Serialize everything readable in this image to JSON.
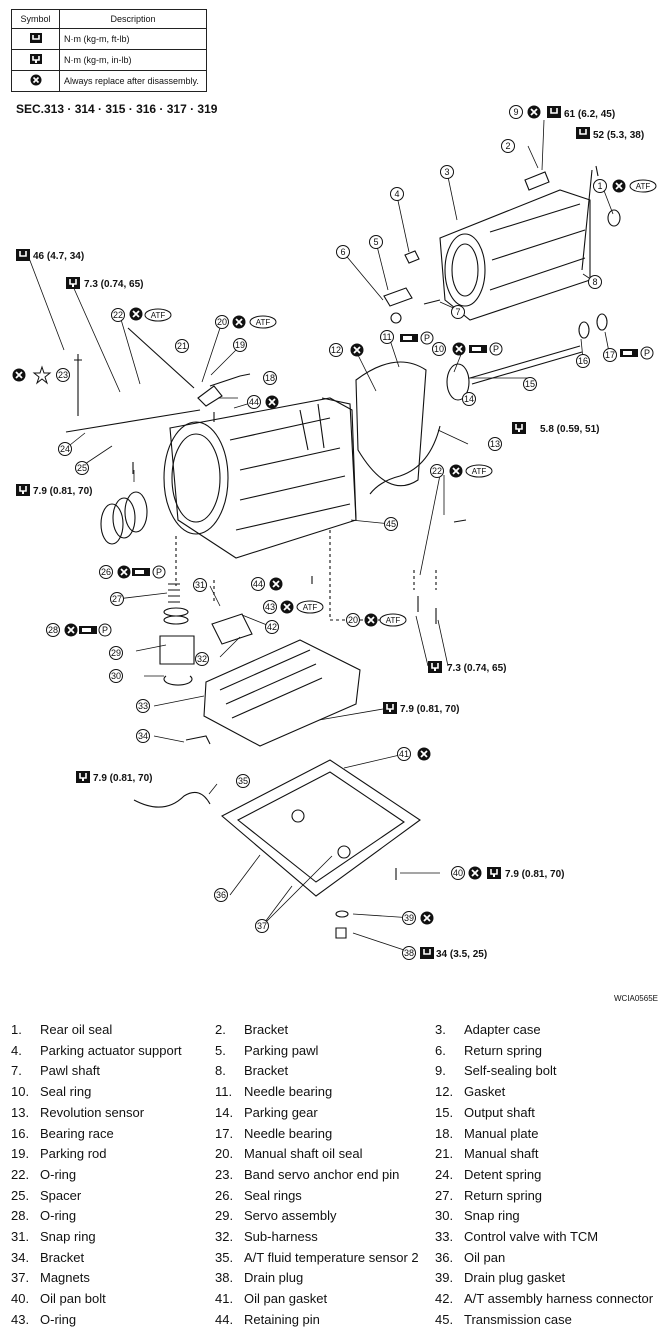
{
  "legend": {
    "header_symbol": "Symbol",
    "header_description": "Description",
    "rows": [
      {
        "icon": "torque-wrench-icon",
        "text": "N·m (kg-m, ft-lb)"
      },
      {
        "icon": "torque-wrench-small-icon",
        "text": "N·m (kg-m, in-lb)"
      },
      {
        "icon": "replace-x-icon",
        "text": "Always replace after disassembly."
      }
    ]
  },
  "section": "SEC.313 · 314 · 315 · 316 · 317 · 319",
  "figure_code": "WCIA0565E",
  "callouts": {
    "c9_61": "61 (6.2, 45)",
    "c52": "52 (5.3, 38)",
    "c46": "46 (4.7, 34)",
    "c73a": "7.3 (0.74, 65)",
    "c58": "5.8 (0.59, 51)",
    "c79a": "7.9 (0.81, 70)",
    "c73b": "7.3 (0.74, 65)",
    "c79b": "7.9 (0.81, 70)",
    "c79c": "7.9 (0.81, 70)",
    "c79d": "7.9 (0.81, 70)",
    "c34": "34 (3.5, 25)",
    "atf": "ATF",
    "p": "P"
  },
  "parts": [
    {
      "num": "1.",
      "name": "Rear oil seal"
    },
    {
      "num": "2.",
      "name": "Bracket"
    },
    {
      "num": "3.",
      "name": "Adapter case"
    },
    {
      "num": "4.",
      "name": "Parking actuator support"
    },
    {
      "num": "5.",
      "name": "Parking pawl"
    },
    {
      "num": "6.",
      "name": "Return spring"
    },
    {
      "num": "7.",
      "name": "Pawl shaft"
    },
    {
      "num": "8.",
      "name": "Bracket"
    },
    {
      "num": "9.",
      "name": "Self-sealing bolt"
    },
    {
      "num": "10.",
      "name": "Seal ring"
    },
    {
      "num": "11.",
      "name": "Needle bearing"
    },
    {
      "num": "12.",
      "name": "Gasket"
    },
    {
      "num": "13.",
      "name": "Revolution sensor"
    },
    {
      "num": "14.",
      "name": "Parking gear"
    },
    {
      "num": "15.",
      "name": "Output shaft"
    },
    {
      "num": "16.",
      "name": "Bearing race"
    },
    {
      "num": "17.",
      "name": "Needle bearing"
    },
    {
      "num": "18.",
      "name": "Manual plate"
    },
    {
      "num": "19.",
      "name": "Parking rod"
    },
    {
      "num": "20.",
      "name": "Manual shaft oil seal"
    },
    {
      "num": "21.",
      "name": "Manual shaft"
    },
    {
      "num": "22.",
      "name": "O-ring"
    },
    {
      "num": "23.",
      "name": "Band servo anchor end pin"
    },
    {
      "num": "24.",
      "name": "Detent spring"
    },
    {
      "num": "25.",
      "name": "Spacer"
    },
    {
      "num": "26.",
      "name": "Seal rings"
    },
    {
      "num": "27.",
      "name": "Return spring"
    },
    {
      "num": "28.",
      "name": "O-ring"
    },
    {
      "num": "29.",
      "name": "Servo assembly"
    },
    {
      "num": "30.",
      "name": "Snap ring"
    },
    {
      "num": "31.",
      "name": "Snap ring"
    },
    {
      "num": "32.",
      "name": "Sub-harness"
    },
    {
      "num": "33.",
      "name": "Control valve with TCM"
    },
    {
      "num": "34.",
      "name": "Bracket"
    },
    {
      "num": "35.",
      "name": "A/T fluid temperature sensor 2"
    },
    {
      "num": "36.",
      "name": "Oil pan"
    },
    {
      "num": "37.",
      "name": "Magnets"
    },
    {
      "num": "38.",
      "name": "Drain plug"
    },
    {
      "num": "39.",
      "name": "Drain plug gasket"
    },
    {
      "num": "40.",
      "name": "Oil pan bolt"
    },
    {
      "num": "41.",
      "name": "Oil pan gasket"
    },
    {
      "num": "42.",
      "name": "A/T assembly harness connector"
    },
    {
      "num": "43.",
      "name": "O-ring"
    },
    {
      "num": "44.",
      "name": "Retaining pin"
    },
    {
      "num": "45.",
      "name": "Transmission case"
    }
  ]
}
